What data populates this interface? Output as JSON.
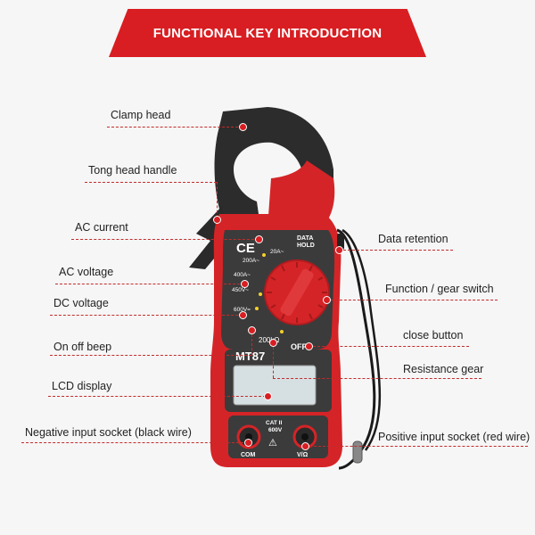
{
  "banner": {
    "title": "FUNCTIONAL KEY INTRODUCTION"
  },
  "labels": {
    "clamp_head": "Clamp head",
    "tong_head_handle": "Tong head handle",
    "ac_current": "AC current",
    "ac_voltage": "AC voltage",
    "dc_voltage": "DC voltage",
    "on_off_beep": "On off beep",
    "lcd_display": "LCD display",
    "negative_socket": "Negative input socket (black wire)",
    "data_retention": "Data retention",
    "function_switch": "Function / gear switch",
    "close_button": "close button",
    "resistance_gear": "Resistance gear",
    "positive_socket": "Positive input socket (red wire)"
  },
  "device": {
    "model": "MT87",
    "ce_mark": "CE",
    "data_hold": [
      "DATA",
      "HOLD"
    ],
    "dial_marks": {
      "a20": "20A~",
      "a200": "200A~",
      "a400": "400A~",
      "v450": "450V~",
      "v600": "600V=",
      "ohm": "200kΩ",
      "off": "OFF"
    },
    "cat": [
      "CAT II",
      "600V"
    ],
    "com": "COM",
    "vohm": "V/Ω"
  },
  "colors": {
    "accent": "#d81e22",
    "body_red": "#d52427",
    "clamp_black": "#2a2a2a",
    "panel": "#3a3a3a",
    "lcd": "#d6e0e2"
  }
}
